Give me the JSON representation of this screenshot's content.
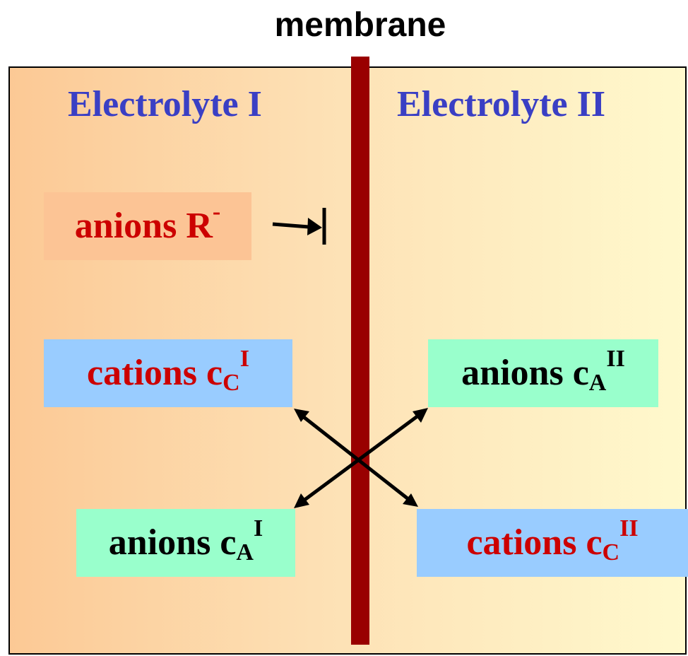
{
  "title": "membrane",
  "colors": {
    "heading": "#3a3fc4",
    "cation_text": "#cc0000",
    "anion_text": "#000000",
    "membrane": "#990000",
    "cation_box": "#99ccff",
    "anion_box": "#99ffcc",
    "fixed_anion_box": "#fcc495"
  },
  "left": {
    "heading": "Electrolyte I",
    "fixed_anion": {
      "label": "anions R",
      "sup": "-"
    },
    "cation": {
      "label": "cations c",
      "sub": "C",
      "sup": "I"
    },
    "anion": {
      "label": "anions c",
      "sub": "A",
      "sup": "I"
    }
  },
  "right": {
    "heading": "Electrolyte II",
    "anion": {
      "label": "anions c",
      "sub": "A",
      "sup": "II"
    },
    "cation": {
      "label": "cations c",
      "sub": "C",
      "sup": "II"
    }
  }
}
